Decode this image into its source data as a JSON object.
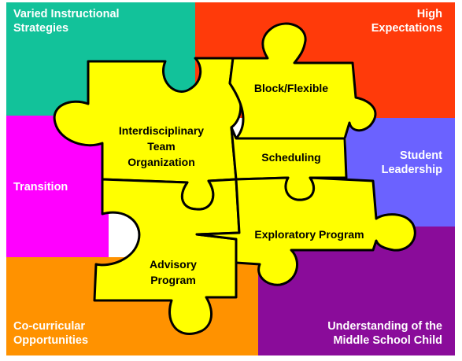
{
  "colors": {
    "teal": "#12c29a",
    "red": "#ff3a0a",
    "magenta": "#ff00ff",
    "lavender": "#6b62ff",
    "orange": "#ff9200",
    "purple": "#8a0c9a",
    "puzzle_yellow": "#ffff00",
    "outline": "#000000"
  },
  "regions": {
    "top_left": {
      "line1": "Varied Instructional",
      "line2": "Strategies"
    },
    "top_right": {
      "line1": "High",
      "line2": "Expectations"
    },
    "middle_left": {
      "line1": "Transition"
    },
    "middle_right": {
      "line1": "Student",
      "line2": "Leadership"
    },
    "bottom_left": {
      "line1": "Co-curricular",
      "line2": "Opportunities"
    },
    "bottom_right": {
      "line1": "Understanding of the",
      "line2": "Middle School Child"
    }
  },
  "pieces": {
    "interdisciplinary": {
      "line1": "Interdisciplinary",
      "line2": "Team",
      "line3": "Organization"
    },
    "block": {
      "line1": "Block/Flexible"
    },
    "scheduling": {
      "line1": "Scheduling"
    },
    "advisory": {
      "line1": "Advisory",
      "line2": "Program"
    },
    "exploratory": {
      "line1": "Exploratory Program"
    }
  }
}
